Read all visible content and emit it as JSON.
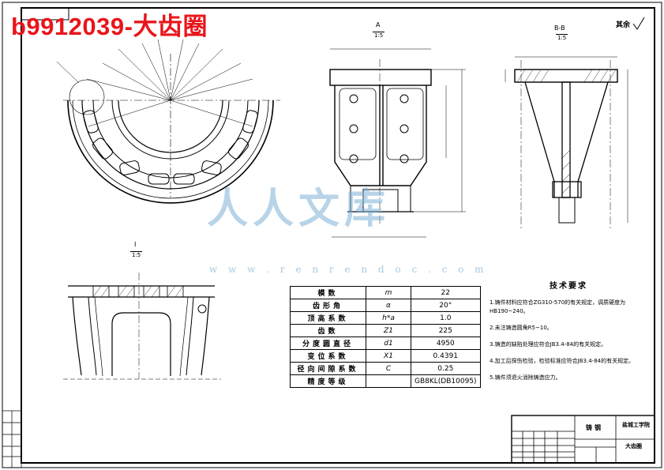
{
  "overlay_title": "b9912039-大齿圈",
  "watermark": {
    "text": "人人文库",
    "url": "w w w . r e n r e n d o c . c o m"
  },
  "roughness_note": "其余",
  "views": {
    "section_a_label": "A",
    "section_a_scale": "1:5",
    "section_b_label": "B-B",
    "section_b_scale": "1:5",
    "section_i_label": "I",
    "section_i_scale": "1:5"
  },
  "gear_parameters": [
    {
      "name": "模数",
      "symbol": "m",
      "value": "22"
    },
    {
      "name": "齿形角",
      "symbol": "α",
      "value": "20°"
    },
    {
      "name": "顶高系数",
      "symbol": "h*a",
      "value": "1.0"
    },
    {
      "name": "齿数",
      "symbol": "Z1",
      "value": "225"
    },
    {
      "name": "分度圆直径",
      "symbol": "d1",
      "value": "4950"
    },
    {
      "name": "变位系数",
      "symbol": "X1",
      "value": "0.4391"
    },
    {
      "name": "径向间隙系数",
      "symbol": "C",
      "value": "0.25"
    },
    {
      "name": "精度等级",
      "symbol": "",
      "value": "GB8KL(DB10095)"
    }
  ],
  "tech_requirements": {
    "title": "技术要求",
    "items": [
      "1.铸件材料应符合ZG310-570的有关规定，调质硬度为HB190~240。",
      "2.未注铸造圆角R5~10。",
      "3.铸造的缺陷处理应符合JB3.4-84的有关规定。",
      "4.加工后探伤检验，检验标准应符合JB3.4-84的有关规定。",
      "5.铸件须退火消除铸造应力。"
    ]
  },
  "title_block": {
    "material": "铸钢",
    "school": "盐城工学院",
    "drawing_name": "大齿圈"
  },
  "colors": {
    "overlay": "#e8151b",
    "watermark": "#7fb2d6",
    "line": "#000000"
  }
}
